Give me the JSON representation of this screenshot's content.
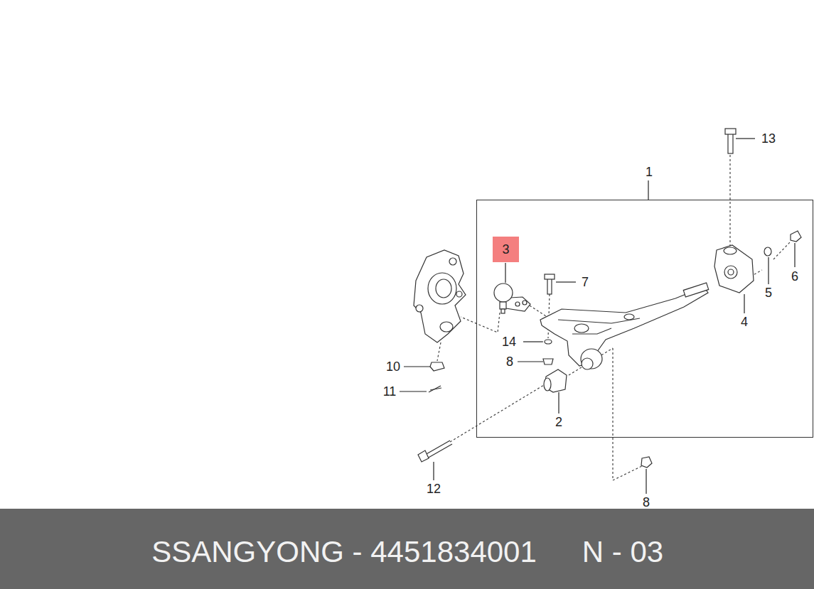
{
  "diagram": {
    "nodes": [
      {
        "text": [
          "1"
        ]
      },
      {
        "text": [
          "3"
        ],
        "in": 0
      },
      {
        "text": [
          "SSANGYONG - 4451834001",
          "N - 03"
        ]
      }
    ],
    "edges": [],
    "labels": [
      "13",
      "6",
      "7",
      "5",
      "4",
      "14",
      "8",
      "10",
      "11",
      "2",
      "12",
      "8"
    ]
  }
}
